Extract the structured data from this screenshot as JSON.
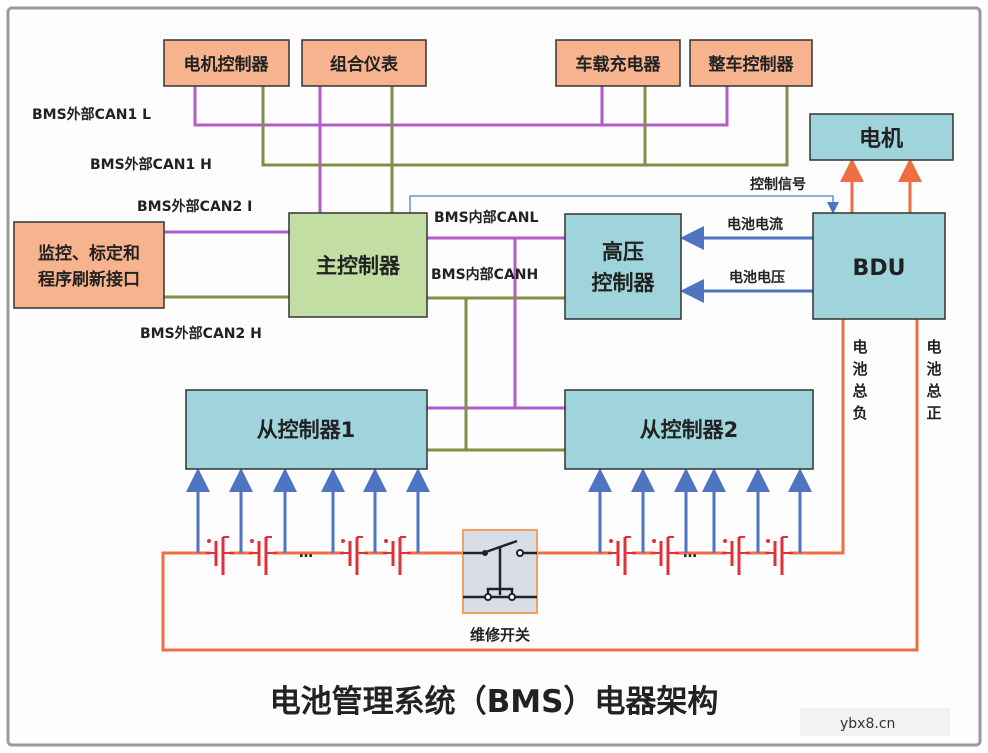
{
  "title": "电池管理系统（BMS）电器架构",
  "watermark": "ybx8.cn",
  "nodes": {
    "motor_controller": "电机控制器",
    "instrument_cluster": "组合仪表",
    "onboard_charger": "车载充电器",
    "vehicle_controller": "整车控制器",
    "motor": "电机",
    "monitor_line1": "监控、标定和",
    "monitor_line2": "程序刷新接口",
    "main_controller": "主控制器",
    "hv_line1": "高压",
    "hv_line2": "控制器",
    "bdu": "BDU",
    "slave1": "从控制器1",
    "slave2": "从控制器2",
    "service_switch": "维修开关"
  },
  "labels": {
    "can1l": "BMS外部CAN1 L",
    "can1h": "BMS外部CAN1 H",
    "can2l": "BMS外部CAN2 I",
    "can2h": "BMS外部CAN2 H",
    "int_canl": "BMS内部CANL",
    "int_canh": "BMS内部CANH",
    "control_signal": "控制信号",
    "battery_current": "电池电流",
    "battery_voltage": "电池电压",
    "battery_negative": [
      "电",
      "池",
      "总",
      "负"
    ],
    "battery_positive": [
      "电",
      "池",
      "总",
      "正"
    ],
    "ellipsis": "…"
  },
  "colors": {
    "can_low": "#b25bc9",
    "can_high": "#7f8f45",
    "signal": "#4f74c2",
    "power": "#ee6d43",
    "cell": "#e0303a",
    "ecu_box": "#f6b38d",
    "controller_box": "#9fd4dc",
    "main_box": "#c3dea3"
  }
}
